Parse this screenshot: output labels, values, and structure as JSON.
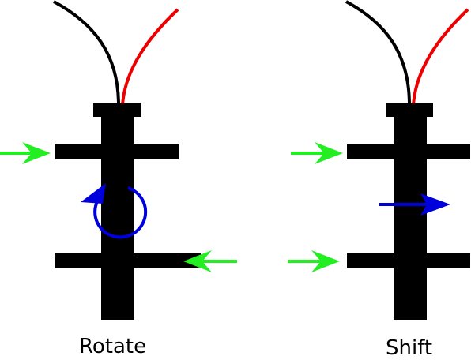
{
  "panels": [
    {
      "id": "rotate",
      "label": "Rotate"
    },
    {
      "id": "shift",
      "label": "Shift"
    }
  ],
  "colors": {
    "body": "#000000",
    "wire_black": "#000000",
    "wire_red": "#ee0000",
    "force_arrow": "#22ee22",
    "motion_arrow": "#0000dd",
    "background": "#ffffff"
  },
  "icons": {
    "rotate_motion": "circular-arrow-icon",
    "shift_motion": "right-arrow-icon",
    "force": "arrow-icon"
  }
}
